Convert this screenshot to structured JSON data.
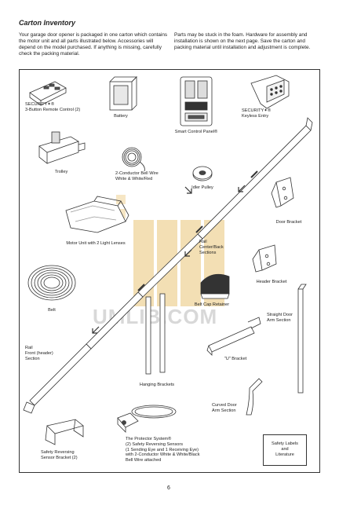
{
  "page": {
    "title": "Carton Inventory",
    "intro_left": "Your garage door opener is packaged in one carton which contains the motor unit and all parts illustrated below. Accessories will depend on the model purchased. If anything is missing, carefully check the packing material.",
    "intro_right": "Parts may be stuck in the foam. Hardware for assembly and installation is shown on the next page. Save the carton and packing material until installation and adjustment is complete.",
    "watermark": "UMLIB.COM",
    "page_number": "6"
  },
  "parts": {
    "remote_line1": "SECURITY✦®",
    "remote_line2": "3-Button Remote Control (2)",
    "battery": "Battery",
    "smart_panel": "Smart Control Panel®",
    "keyless_line1": "SECURITY✦®",
    "keyless_line2": "Keyless Entry",
    "trolley": "Trolley",
    "bell_wire_line1": "2-Conductor Bell Wire",
    "bell_wire_line2": "White & White/Red",
    "idler": "Idler Pulley",
    "door_bracket": "Door Bracket",
    "motor": "Motor Unit with 2 Light Lenses",
    "rail_cb_line1": "Rail",
    "rail_cb_line2": "Center/Back",
    "rail_cb_line3": "Sections",
    "header_bracket": "Header Bracket",
    "belt": "Belt",
    "belt_cap": "Belt Cap Retainer",
    "straight_arm_line1": "Straight Door",
    "straight_arm_line2": "Arm Section",
    "rail_front_line1": "Rail",
    "rail_front_line2": "Front (header)",
    "rail_front_line3": "Section",
    "u_bracket": "\"U\" Bracket",
    "hanging": "Hanging Brackets",
    "curved_arm_line1": "Curved Door",
    "curved_arm_line2": "Arm Section",
    "sensor_bracket_line1": "Safety Reversing",
    "sensor_bracket_line2": "Sensor Bracket (2)",
    "protector_line1": "The Protector System®",
    "protector_line2": "(2) Safety Reversing Sensors",
    "protector_line3": "(1 Sending Eye and 1 Receiving Eye)",
    "protector_line4": "with 2-Conductor White & White/Black",
    "protector_line5": "Bell Wire attached",
    "safety_line1": "Safety Labels",
    "safety_line2": "and",
    "safety_line3": "Literature"
  }
}
